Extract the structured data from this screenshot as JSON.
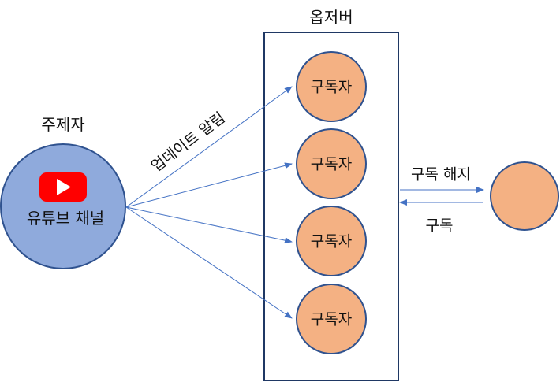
{
  "subject": {
    "heading": "주제자",
    "name": "유튜브 채널",
    "icon": "youtube-play-icon",
    "fill": "#8faadc",
    "stroke": "#2f528f",
    "logo_color": "#ff0000"
  },
  "observers": {
    "heading": "옵저버",
    "subscriber_label": "구독자",
    "count": 4,
    "fill": "#f4b183",
    "stroke": "#2f528f",
    "frame_stroke": "#1f3864"
  },
  "notify": {
    "label": "업데이트 알림",
    "arrow_color": "#4472c4"
  },
  "outside": {
    "unsubscribe_label": "구독 해지",
    "subscribe_label": "구독",
    "fill": "#f4b183"
  }
}
